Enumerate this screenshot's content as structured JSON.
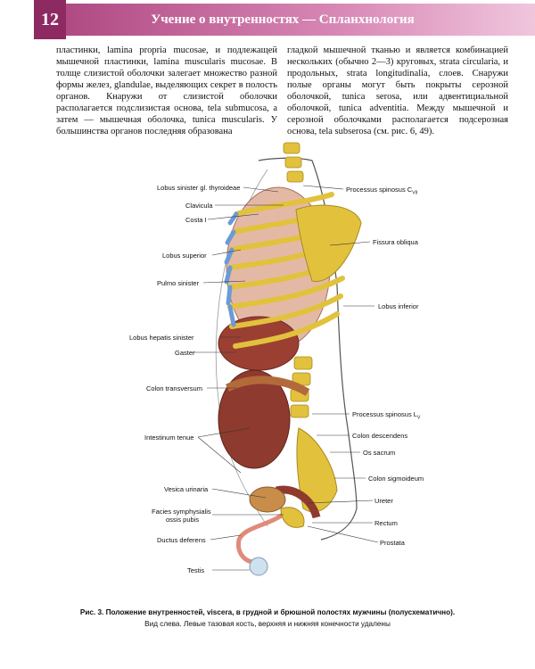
{
  "header": {
    "page_number": "12",
    "title": "Учение о внутренностях — Спланхнология"
  },
  "text": {
    "left": "пластинки, lamina propria mucosae, и подлежащей мышечной пластинки, lamina muscularis mucosae. В толще слизистой оболочки залегает множество разной формы желез, glandulae, выделяющих секрет в полость органов. Кнаружи от слизистой оболочки располагается подслизистая основа, tela submucosa, а затем — мышечная оболочка, tunica muscularis. У большинства органов последняя образована",
    "right": "гладкой мышечной тканью и является комбинацией нескольких (обычно 2—3) круговых, strata circularia, и продольных, strata longitudinalia, слоев. Снаружи полые органы могут быть покрыты серозной оболочкой, tunica serosa, или адвентициальной оболочкой, tunica adventitia. Между мышечной и серозной оболочками располагается подсерозная основа, tela subserosa (см. рис. 6, 49)."
  },
  "labels": {
    "lobus_thyroideae": "Lobus sinister gl. thyroideae",
    "clavicula": "Clavicula",
    "costa": "Costa I",
    "lobus_superior": "Lobus superior",
    "pulmo": "Pulmo sinister",
    "lobus_hepatis": "Lobus hepatis sinister",
    "gaster": "Gaster",
    "colon_transversum": "Colon transversum",
    "intestinum": "Intestinum tenue",
    "vesica": "Vesica urinaria",
    "facies_1": "Facies symphysialis",
    "facies_2": "ossis pubis",
    "ductus": "Ductus deferens",
    "testis": "Testis",
    "proc_c": "Processus spinosus C",
    "proc_c_sub": "VII",
    "fissura": "Fissura obliqua",
    "lobus_inferior": "Lobus inferior",
    "proc_l": "Processus spinosus L",
    "proc_l_sub": "V",
    "colon_descendens": "Colon descendens",
    "os_sacrum": "Os sacrum",
    "colon_sigmoideum": "Colon sigmoideum",
    "ureter": "Ureter",
    "rectum": "Rectum",
    "prostata": "Prostata"
  },
  "caption": {
    "main": "Рис. 3. Положение внутренностей, viscera, в грудной и брюшной полостях мужчины (полусхематично).",
    "sub": "Вид слева. Левые тазовая кость, верхняя и нижняя конечности удалены"
  },
  "colors": {
    "accent": "#8e2a62",
    "bone": "#e2c23c",
    "lung": "#e3b9a6",
    "cartilage": "#6b9bd6",
    "intestine": "#8f3a2e"
  }
}
